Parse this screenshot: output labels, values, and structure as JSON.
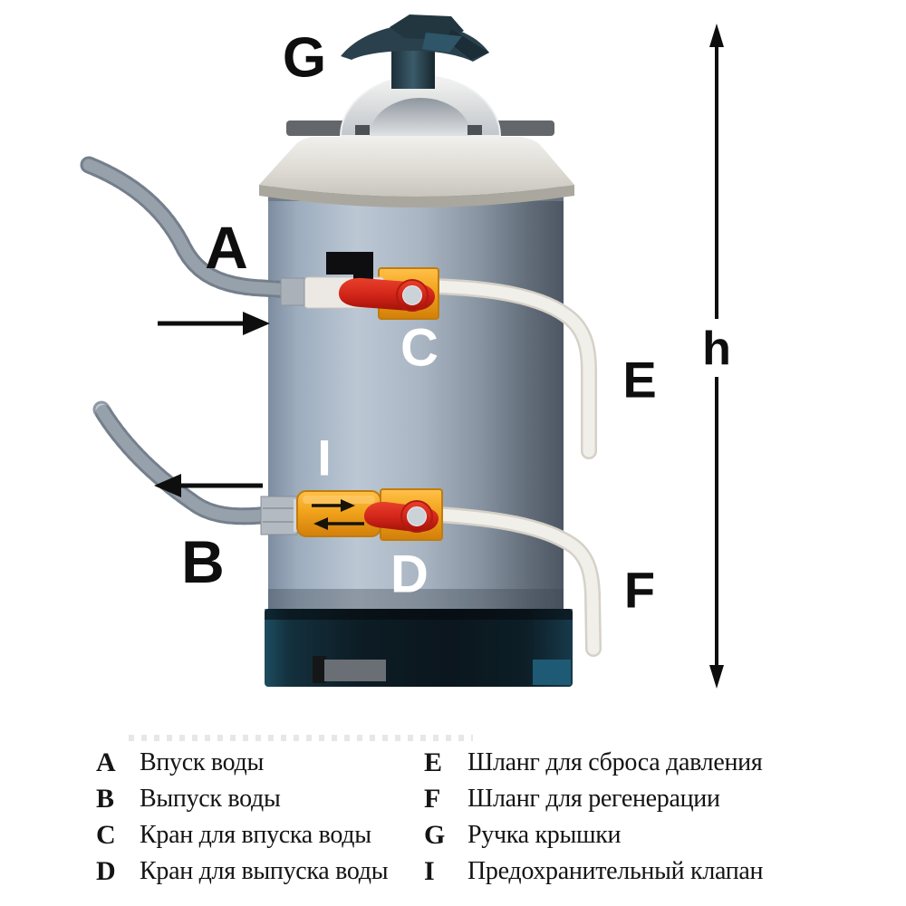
{
  "figure": {
    "labels": {
      "a": "A",
      "b": "B",
      "c": "C",
      "d": "D",
      "e": "E",
      "f": "F",
      "g": "G",
      "i": "I",
      "height": "h"
    }
  },
  "legend": {
    "left": [
      {
        "key": "A",
        "text": "Впуск воды"
      },
      {
        "key": "B",
        "text": "Выпуск воды"
      },
      {
        "key": "C",
        "text": "Кран для впуска воды"
      },
      {
        "key": "D",
        "text": "Кран для выпуска воды"
      }
    ],
    "right": [
      {
        "key": "E",
        "text": "Шланг для сброса давления"
      },
      {
        "key": "F",
        "text": "Шланг для регенерации"
      },
      {
        "key": "G",
        "text": "Ручка крышки"
      },
      {
        "key": "I",
        "text": "Предохранительный клапан"
      }
    ]
  },
  "colors": {
    "valve_orange": "#f2a41c",
    "lever_red": "#d32b1c",
    "handle_teal": "#2c4451",
    "tank_blue_gray": "#a9b6c4",
    "base_dark": "#0f222c",
    "hose_white": "#f1efe9",
    "braided_hose_gray": "#b6c0ca",
    "label_black": "#0e0e0e",
    "label_white": "#ffffff"
  }
}
